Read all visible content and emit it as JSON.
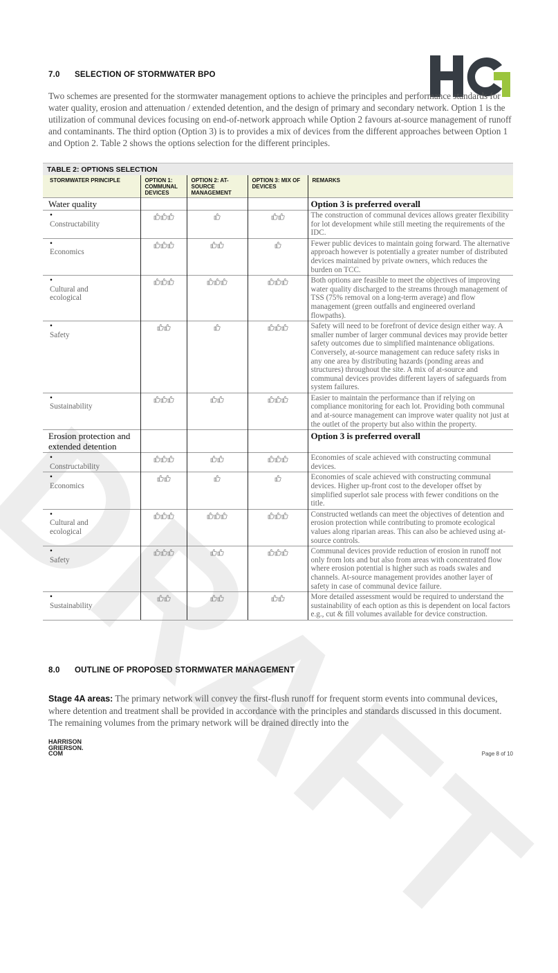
{
  "section7": {
    "number": "7.0",
    "title": "SELECTION OF STORMWATER BPO"
  },
  "logo": {
    "text": "HG",
    "colors": {
      "dark": "#363c43",
      "accent": "#9bc53d"
    }
  },
  "intro": "Two schemes are presented for the stormwater management options to achieve the principles and performance standards for water quality, erosion and attenuation / extended detention, and the design of primary and secondary network. Option 1 is the utilization of communal devices focusing on end-of-network approach while Option 2 favours at-source management of runoff and contaminants. The third option (Option 3) is to provides a mix of devices from the different approaches between Option 1 and Option 2. Table 2 shows the options selection for the different principles.",
  "table": {
    "title": "TABLE 2: OPTIONS SELECTION",
    "headers": [
      "STORMWATER PRINCIPLE",
      "OPTION 1: COMMUNAL DEVICES",
      "OPTION 2: AT-SOURCE MANAGEMENT",
      "OPTION 3: MIX OF DEVICES",
      "REMARKS"
    ],
    "rating_icon": "thumbs-up-icon",
    "groups": [
      {
        "name": "Water quality",
        "remark": "Option 3 is preferred overall",
        "rows": [
          {
            "principle": "Constructability",
            "ratings": [
              3,
              1,
              2
            ],
            "remark": "The construction of communal devices allows greater flexibility for lot development while still meeting the requirements of the IDC."
          },
          {
            "principle": "Economics",
            "ratings": [
              3,
              2,
              1
            ],
            "remark": "Fewer public devices to maintain going forward. The alternative approach however is potentially a greater number of distributed devices maintained by private owners, which reduces the burden on TCC."
          },
          {
            "principle": "Cultural and ecological",
            "ratings": [
              3,
              3,
              3
            ],
            "remark": "Both options are feasible to meet the objectives of improving water quality discharged to the streams through management of TSS (75% removal on a long-term average) and flow management (green outfalls and engineered overland flowpaths)."
          },
          {
            "principle": "Safety",
            "ratings": [
              2,
              1,
              3
            ],
            "remark": "Safety will need to be forefront of device design either way.  A smaller number of larger communal devices may provide better safety outcomes due to simplified maintenance obligations. Conversely, at-source management can reduce safety risks in any one area by distributing hazards (ponding areas and structures) throughout the site. A mix of at-source and communal devices provides different layers of safeguards from system failures."
          },
          {
            "principle": "Sustainability",
            "ratings": [
              3,
              2,
              3
            ],
            "remark": "Easier to maintain the performance than if relying on compliance monitoring for each lot. Providing both communal and at-source management can improve water quality not just at the outlet of the property but also within the property."
          }
        ]
      },
      {
        "name": "Erosion protection and extended detention",
        "remark": "Option 3 is preferred overall",
        "rows": [
          {
            "principle": "Constructability",
            "ratings": [
              3,
              2,
              3
            ],
            "remark": "Economies of scale achieved with constructing communal devices."
          },
          {
            "principle": "Economics",
            "ratings": [
              2,
              1,
              1
            ],
            "remark": "Economies of scale achieved with constructing communal devices. Higher up-front cost to the developer offset by simplified superlot sale process with fewer conditions on the title."
          },
          {
            "principle": "Cultural and ecological",
            "ratings": [
              3,
              3,
              3
            ],
            "remark": "Constructed wetlands can meet the objectives of detention and erosion protection while contributing to promote ecological values along riparian areas. This can also be achieved using at-source controls."
          },
          {
            "principle": "Safety",
            "ratings": [
              3,
              2,
              3
            ],
            "remark": "Communal devices provide reduction of erosion in runoff not only from lots and but also from areas with concentrated flow where erosion potential is higher such as roads swales and channels. At-source management provides another layer of safety in case of communal device failure."
          },
          {
            "principle": "Sustainability",
            "ratings": [
              2,
              2,
              2
            ],
            "remark": "More detailed assessment would be required to understand the sustainability of each option as this is dependent on local factors e.g., cut & fill volumes available for device construction."
          }
        ]
      }
    ]
  },
  "watermark": "DRAFT",
  "section8": {
    "number": "8.0",
    "title": "OUTLINE OF PROPOSED STORMWATER MANAGEMENT",
    "lead": "Stage 4A areas:",
    "body": " The primary network will convey the first-flush runoff for frequent storm events into communal devices, where detention and treatment shall be provided in accordance with the principles and standards discussed in this document. The remaining volumes from the primary network will be drained directly into the"
  },
  "footer": {
    "line1": "HARRISON",
    "line2": "GRIERSON.",
    "line3": "COM",
    "page": "Page 8 of 10"
  }
}
